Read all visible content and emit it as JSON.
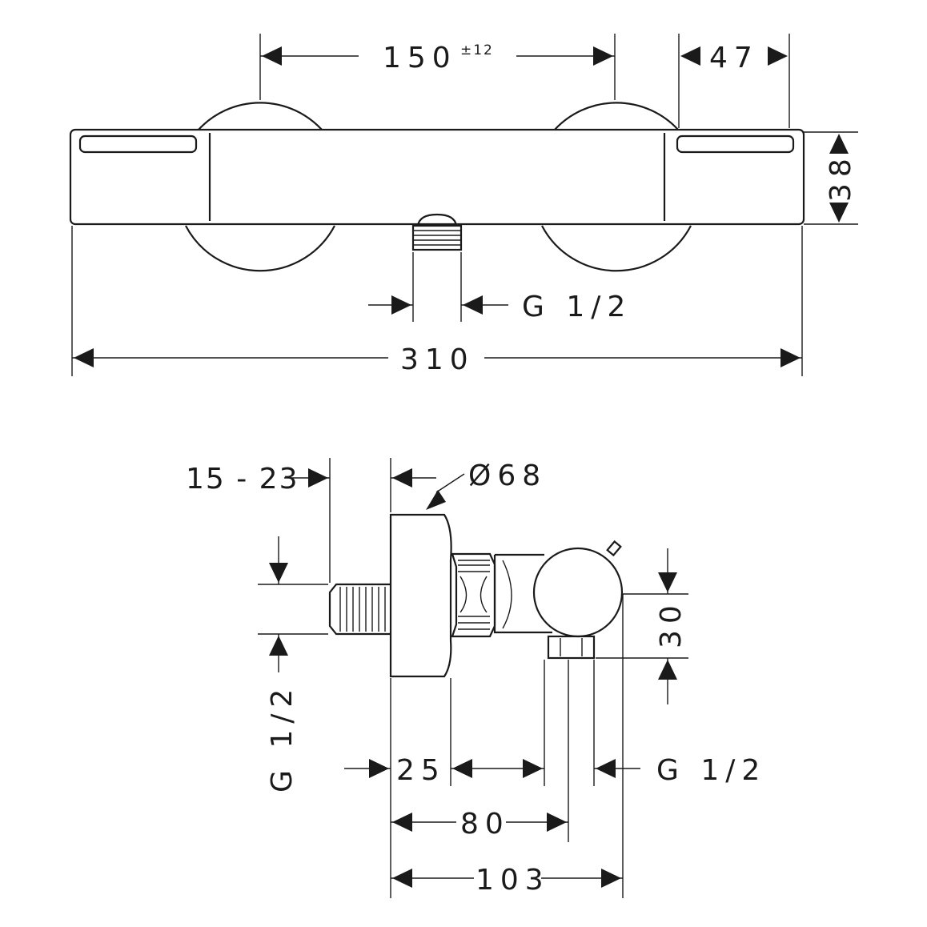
{
  "top_view": {
    "dim_mount_spacing": "150",
    "dim_mount_tolerance": "±12",
    "dim_cap_width": "47",
    "dim_height": "38",
    "dim_outlet_thread": "G 1/2",
    "dim_total_length": "310"
  },
  "side_view": {
    "dim_eccentric_range": "15 - 23",
    "dim_plate_diameter": "Ø68",
    "dim_inlet_thread": "G 1/2",
    "dim_outlet_offset": "30",
    "dim_plate_depth": "25",
    "dim_outlet_thread": "G 1/2",
    "dim_outlet_distance": "80",
    "dim_total_depth": "103"
  }
}
